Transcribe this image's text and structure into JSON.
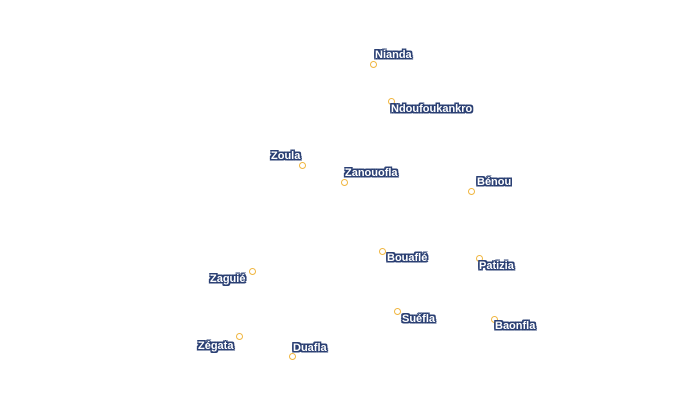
{
  "map": {
    "marker_color": "#f0b640",
    "label_color": "#2a3f73",
    "places": [
      {
        "name": "Nianda"
      },
      {
        "name": "Ndoufoukankro"
      },
      {
        "name": "Zoula"
      },
      {
        "name": "Zanouofla"
      },
      {
        "name": "Bénou"
      },
      {
        "name": "Bouaflé"
      },
      {
        "name": "Patizia"
      },
      {
        "name": "Zaguié"
      },
      {
        "name": "Suéfla"
      },
      {
        "name": "Baonfla"
      },
      {
        "name": "Zégata"
      },
      {
        "name": "Duafla"
      }
    ]
  }
}
